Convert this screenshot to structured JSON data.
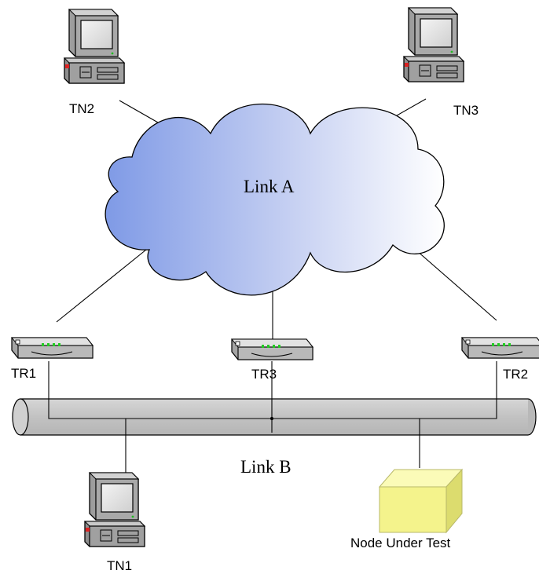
{
  "nodes": {
    "tn1": "TN1",
    "tn2": "TN2",
    "tn3": "TN3",
    "tr1": "TR1",
    "tr2": "TR2",
    "tr3": "TR3",
    "nut": "Node Under Test"
  },
  "links": {
    "a": "Link A",
    "b": "Link B"
  },
  "colors": {
    "cloud_left": "#7f9ae6",
    "cloud_right": "#ffffff",
    "bus_fill": "#c4c4c4",
    "cube_front": "#f5f48e",
    "cube_side": "#dcdc6e",
    "cube_top": "#fbfbb8"
  },
  "icons": {
    "computer": "desktop-computer-icon",
    "router": "router-icon",
    "cloud": "cloud-icon",
    "bus": "ethernet-bus-icon",
    "cube": "node-under-test-cube-icon"
  }
}
